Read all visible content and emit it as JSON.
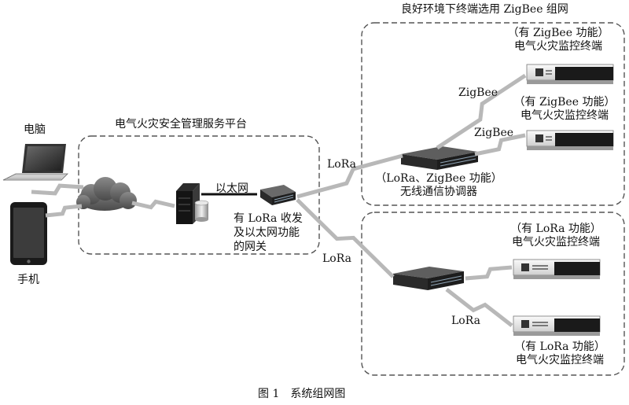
{
  "top_title": "良好环境下终端选用 ZigBee 组网",
  "platform_title": "电气火灾安全管理服务平台",
  "computer_label": "电脑",
  "phone_label": "手机",
  "ethernet_label": "以太网",
  "gateway_label": [
    "有 LoRa 收发",
    "及以太网功能",
    "的网关"
  ],
  "lora_link_upper": "LoRa",
  "lora_link_lower": "LoRa",
  "lora_link_terminal": "LoRa",
  "zigbee_link_1": "ZigBee",
  "zigbee_link_2": "ZigBee",
  "coordinator_label": [
    "（LoRa、ZigBee 功能）",
    "无线通信协调器"
  ],
  "zigbee_terminal_1": [
    "（有 ZigBee 功能）",
    "电气火灾监控终端"
  ],
  "zigbee_terminal_2": [
    "（有 ZigBee 功能）",
    "电气火灾监控终端"
  ],
  "lora_terminal_1": [
    "（有 LoRa 功能）",
    "电气火灾监控终端"
  ],
  "lora_terminal_2": [
    "（有 LoRa 功能）",
    "电气火灾监控终端"
  ],
  "figure_caption": "图 1　系统组网图"
}
